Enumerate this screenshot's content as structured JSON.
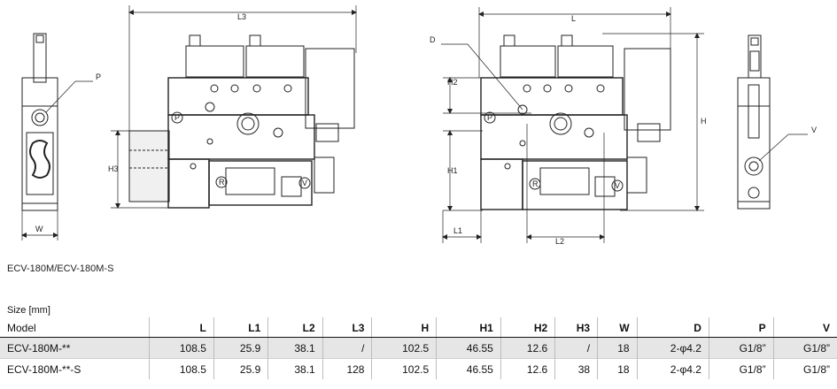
{
  "figure": {
    "dimension_labels": {
      "L3": "L3",
      "L": "L",
      "D": "D",
      "P": "P",
      "H2": "H2",
      "H": "H",
      "H1": "H1",
      "H3": "H3",
      "W": "W",
      "L1": "L1",
      "L2": "L2",
      "V": "V"
    },
    "port_marks": {
      "P": "P",
      "R": "R",
      "V": "V"
    },
    "caption": "ECV-180M/ECV-180M-S"
  },
  "table": {
    "size_label": "Size [mm]",
    "model_label": "Model",
    "columns": [
      "L",
      "L1",
      "L2",
      "L3",
      "H",
      "H1",
      "H2",
      "H3",
      "W",
      "D",
      "P",
      "V"
    ],
    "rows": [
      {
        "model": "ECV-180M-**",
        "values": [
          "108.5",
          "25.9",
          "38.1",
          "/",
          "102.5",
          "46.55",
          "12.6",
          "/",
          "18",
          "2-φ4.2",
          "G1/8”",
          "G1/8”"
        ]
      },
      {
        "model": "ECV-180M-**-S",
        "values": [
          "108.5",
          "25.9",
          "38.1",
          "128",
          "102.5",
          "46.55",
          "12.6",
          "38",
          "18",
          "2-φ4.2",
          "G1/8”",
          "G1/8”"
        ]
      }
    ]
  }
}
